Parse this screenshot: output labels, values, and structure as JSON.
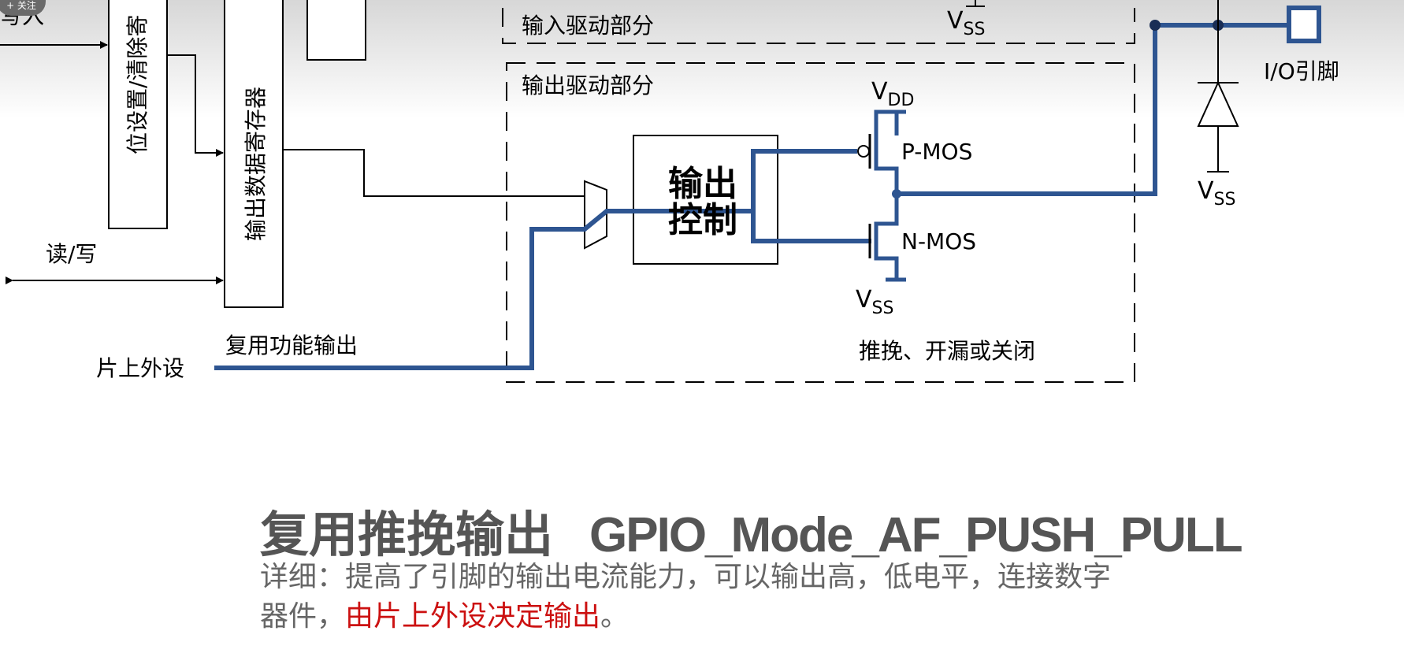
{
  "overlay": {
    "follow_label": "+ 关注"
  },
  "diagram": {
    "labels": {
      "write_in": "写入",
      "bit_set_clear": "位设置/清除寄",
      "output_data_register": "输出数据寄存器",
      "read_write": "读/写",
      "on_chip_peripheral": "片上外设",
      "alt_function_output": "复用功能输出",
      "input_driver": "输入驱动部分",
      "output_driver": "输出驱动部分",
      "output_control_line1": "输出",
      "output_control_line2": "控制",
      "push_pull_mode": "推挽、开漏或关闭",
      "pmos": "P-MOS",
      "nmos": "N-MOS",
      "io_pin": "I/O引脚",
      "vdd_main": "V",
      "vdd_sub": "DD",
      "vss_main": "V",
      "vss_sub": "SS"
    },
    "colors": {
      "signal_path": "#2e5591",
      "line": "#000000"
    }
  },
  "heading": {
    "title_cn": "复用推挽输出",
    "title_code": "GPIO_Mode_AF_PUSH_PULL"
  },
  "description": {
    "text": "详细：提高了引脚的输出电流能力，可以输出高，低电平，连接数字器件，",
    "highlight": "由片上外设决定输出",
    "end": "。"
  }
}
